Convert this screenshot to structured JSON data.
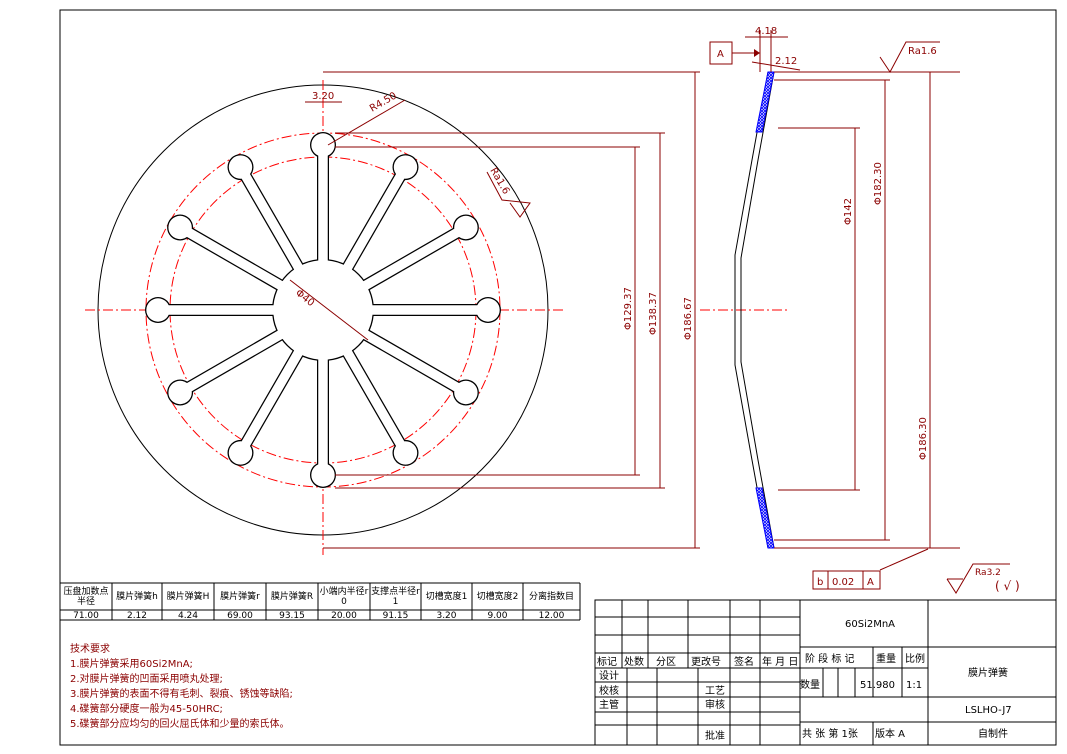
{
  "colors": {
    "dimension": "#8b0000",
    "centerline": "#ff0000",
    "geometry": "#000000",
    "hatch": "#0000ff"
  },
  "front_view": {
    "dim_slot": "3.20",
    "dim_radius": "R4.50",
    "dim_hub": "Φ40",
    "roughness": "Ra1.6",
    "dim_d1": "Φ129.37",
    "dim_d2": "Φ138.37",
    "dim_d3": "Φ186.67"
  },
  "side_view": {
    "dim_top": "4.18",
    "dim_thick": "2.12",
    "datum": "A",
    "roughness": "Ra1.6",
    "dim_d1": "Φ142",
    "dim_d2": "Φ182.30",
    "dim_d3": "Φ186.30",
    "tolerance": {
      "symbol": "b",
      "value": "0.02",
      "datum": "A"
    },
    "general_roughness": "Ra3.2",
    "general_roughness_note": "( √ )"
  },
  "params": {
    "headers": [
      "压盘加数点半径",
      "膜片弹簧h",
      "膜片弹簧H",
      "膜片弹簧r",
      "膜片弹簧R",
      "小端内半径r0",
      "支撑点半径r1",
      "切槽宽度1",
      "切槽宽度2",
      "分离指数目"
    ],
    "values": [
      "71.00",
      "2.12",
      "4.24",
      "69.00",
      "93.15",
      "20.00",
      "91.15",
      "3.20",
      "9.00",
      "12.00"
    ]
  },
  "tech": {
    "title": "技术要求",
    "items": [
      "1.膜片弹簧采用60Si2MnA;",
      "2.对膜片弹簧的凹面采用喷丸处理;",
      "3.膜片弹簧的表面不得有毛刺、裂痕、锈蚀等缺陷;",
      "4.碟簧部分硬度一般为45-50HRC;",
      "5.碟簧部分应均匀的回火屈氏体和少量的索氏体。"
    ]
  },
  "title_block": {
    "header": [
      "标记",
      "处数",
      "分区",
      "更改号",
      "签名",
      "年 月 日"
    ],
    "design": "设计",
    "check": "校核",
    "supervisor": "主管",
    "process": "工艺",
    "review": "审核",
    "approve": "批准",
    "material": "60Si2MnA",
    "stage": "阶 段 标 记",
    "weight_label": "重量",
    "scale_label": "比例",
    "qty": "数量",
    "weight": "51.980",
    "scale": "1:1",
    "sheets": "共 张  第 1张",
    "version": "版本 A",
    "part_name": "膜片弹簧",
    "drawing_no": "LSLHO-J7",
    "source": "自制件"
  }
}
